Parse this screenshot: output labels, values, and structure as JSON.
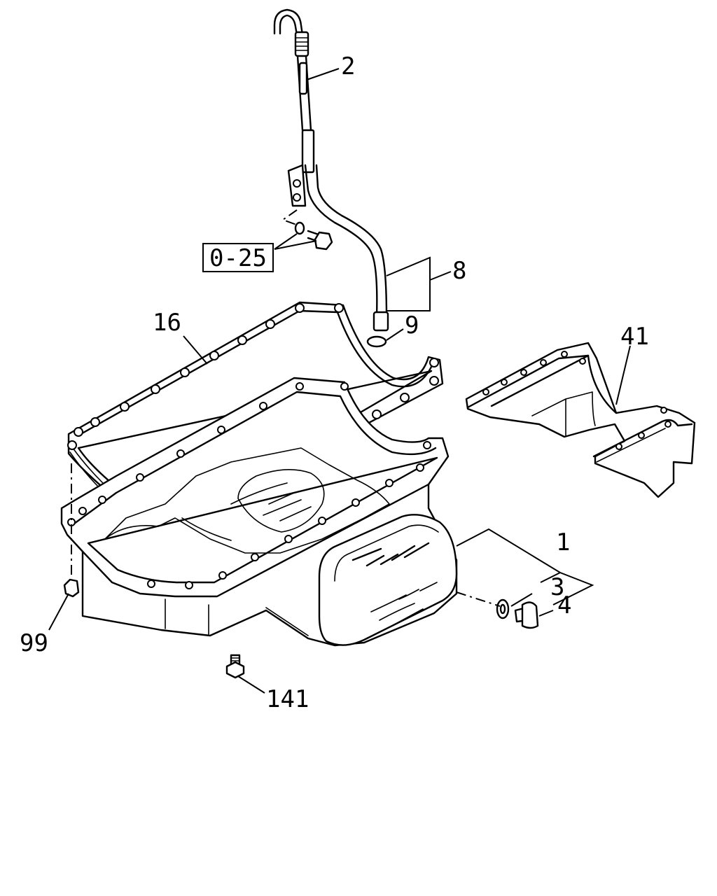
{
  "diagram": {
    "reference_label": "0-25",
    "callouts": {
      "c1": "1",
      "c2": "2",
      "c3": "3",
      "c4": "4",
      "c8": "8",
      "c9": "9",
      "c16": "16",
      "c41": "41",
      "c99": "99",
      "c141": "141"
    }
  }
}
